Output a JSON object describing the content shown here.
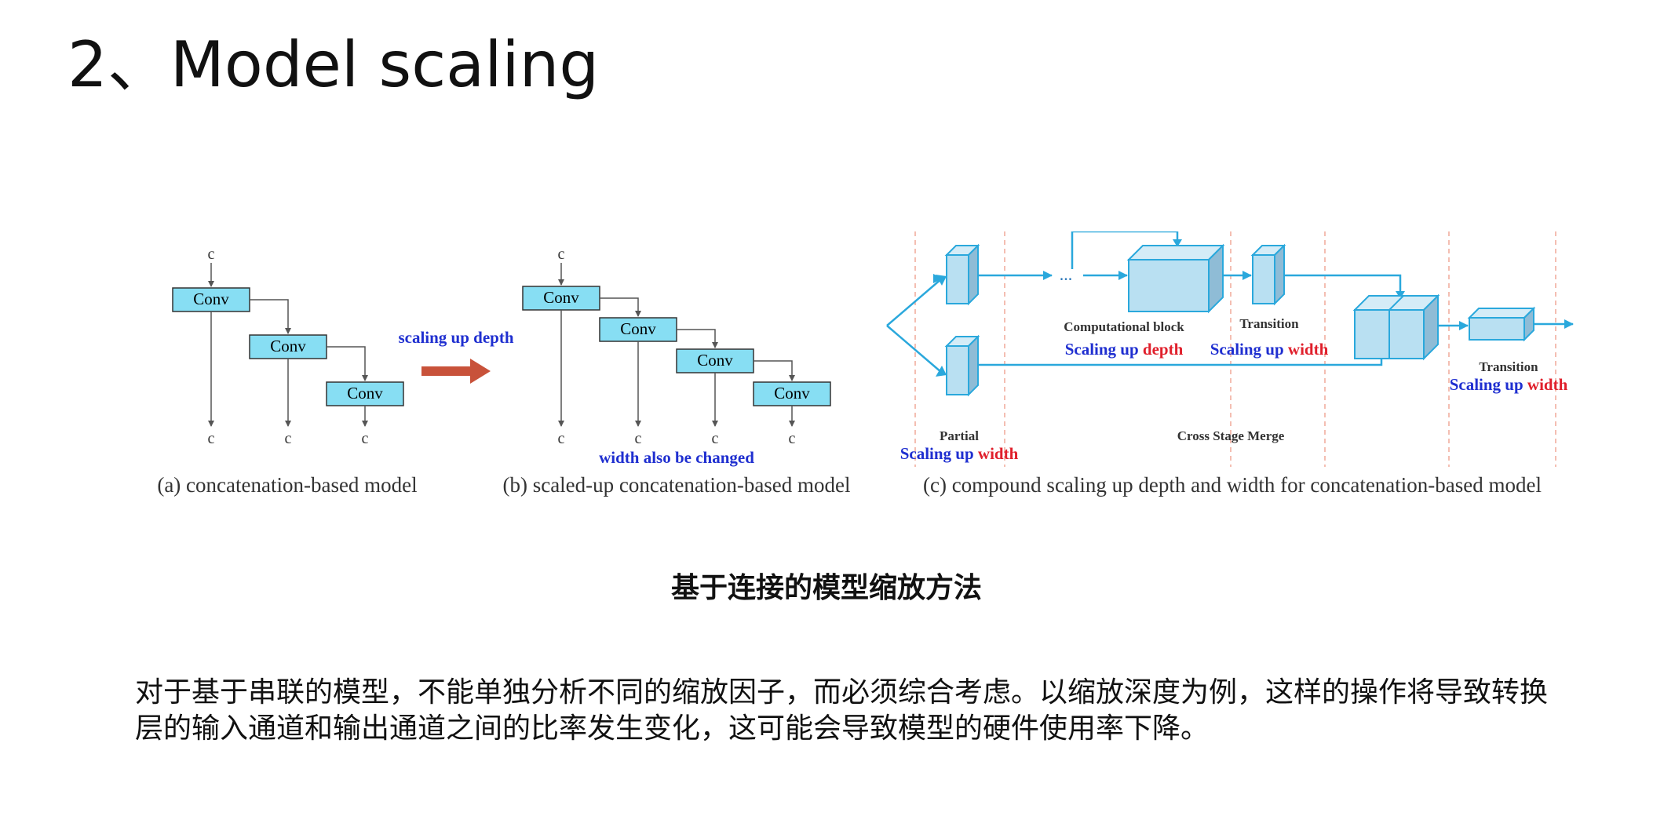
{
  "slide": {
    "title": "2、Model scaling",
    "figure_caption": "基于连接的模型缩放方法",
    "description": "对于基于串联的模型，不能单独分析不同的缩放因子，而必须综合考虑。以缩放深度为例，这样的操作将导致转换层的输入通道和输出通道之间的比率发生变化，这可能会导致模型的硬件使用率下降。"
  },
  "diagram": {
    "panel_a": {
      "caption": "(a) concatenation-based model",
      "input_label": "c",
      "conv_labels": [
        "Conv",
        "Conv",
        "Conv"
      ],
      "output_labels": [
        "c",
        "c",
        "c"
      ]
    },
    "arrow_label": "scaling up depth",
    "panel_b": {
      "caption": "(b) scaled-up concatenation-based model",
      "input_label": "c",
      "conv_labels": [
        "Conv",
        "Conv",
        "Conv",
        "Conv"
      ],
      "output_labels": [
        "c",
        "c",
        "c",
        "c"
      ],
      "note": "width also be changed"
    },
    "panel_c": {
      "caption": "(c) compound scaling up depth and width for concatenation-based model",
      "ellipsis": "...",
      "computational_block": "Computational block",
      "transition_1": "Transition",
      "transition_2": "Transition",
      "partial": "Partial",
      "cross_stage_merge": "Cross Stage Merge",
      "scaling_prefix": "Scaling up",
      "depth_word": "depth",
      "width_word": "width"
    },
    "colors": {
      "conv_fill": "#87def3",
      "cube_fill": "#b9e0f2",
      "cube_side": "#8fbcd6",
      "flow_line": "#2aa8dc",
      "blue_label": "#1f2fd0",
      "red_label": "#e0202c",
      "big_arrow": "#c8523a",
      "dashed_line": "#f0a898"
    }
  }
}
